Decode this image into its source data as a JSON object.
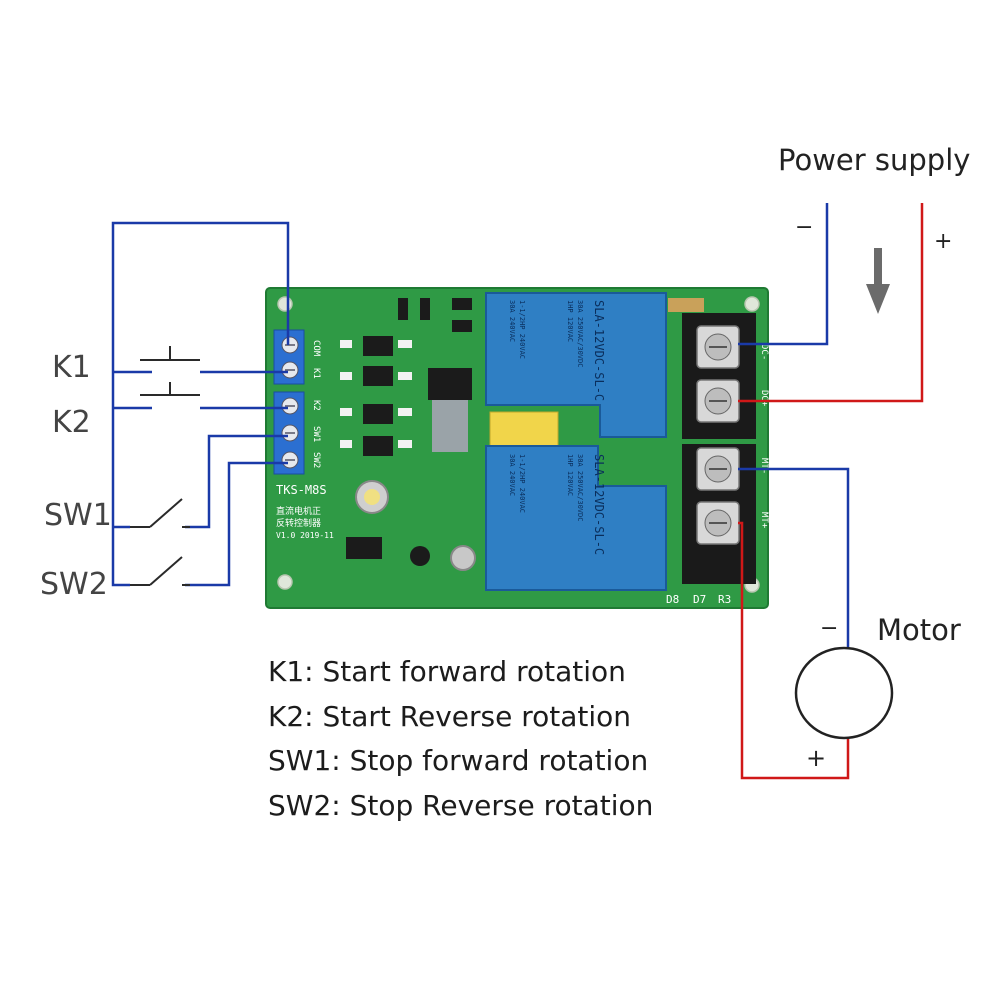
{
  "power_supply": {
    "title": "Power supply",
    "minus": "−",
    "plus": "+"
  },
  "motor": {
    "title": "Motor",
    "minus": "−",
    "plus": "+"
  },
  "inputs": {
    "k1": "K1",
    "k2": "K2",
    "sw1": "SW1",
    "sw2": "SW2"
  },
  "board": {
    "model": "TKS-M8S",
    "subtitle_cn": "直流电机正",
    "subtitle_cn2": "反转控制器",
    "version": "V1.0  2019-11",
    "input_pins": [
      "COM",
      "K1",
      "K2",
      "SW1",
      "SW2"
    ],
    "output_pins": [
      "DC-",
      "DC+",
      "MT-",
      "MT+"
    ],
    "bottom_labels": [
      "D8",
      "D7",
      "R3"
    ],
    "relay_model": "SLA-12VDC-SL-C",
    "relay_specs": [
      "30A 250VAC/30VDC",
      "1HP 120VAC",
      "1-1/2HP 240VAC",
      "30A 240VAC"
    ]
  },
  "legend": [
    "K1: Start forward rotation",
    "K2: Start Reverse rotation",
    "SW1: Stop forward rotation",
    "SW2: Stop Reverse rotation"
  ],
  "colors": {
    "wire_blue": "#1a3aa8",
    "wire_red": "#d01818",
    "pcb": "#2f9a45",
    "relay": "#2f7fc4",
    "terminal_blue": "#2b6fd1",
    "terminal_black": "#1a1a1a"
  },
  "icons": {
    "flow_arrow": "arrow-down-icon"
  }
}
